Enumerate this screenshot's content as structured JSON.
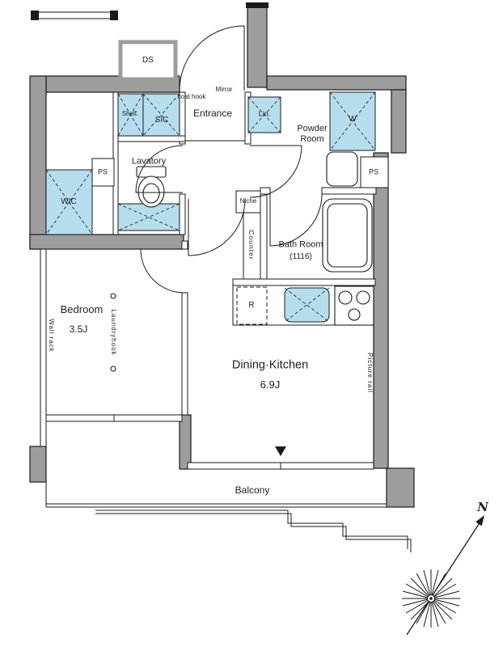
{
  "colors": {
    "wall_gray": "#9d9d9d",
    "fixture_blue": "#b5ddee",
    "line_dark": "#1a1a1a"
  },
  "labels": {
    "ds": "DS",
    "shelf": "Shelf.",
    "sic": "SIC",
    "entrance": "Entrance",
    "coat_hook": "coat hook",
    "mirror": "Mirror",
    "linen": "Lin.",
    "powder_room": "Powder Room",
    "washer": "W",
    "ps_upper": "PS",
    "ps_lower": "PS",
    "lavatory": "Lavatory",
    "wic": "WIC",
    "niche": "Niche",
    "counter": "Counter",
    "bath_room": "Bath Room",
    "bath_room_size": "(1116)",
    "bedroom": "Bedroom",
    "bedroom_size": "3.5J",
    "wall_rack": "Wall rack",
    "laundry_hook": "Laundryhook",
    "dining_kitchen": "Dining·Kitchen",
    "dining_kitchen_size": "6.9J",
    "picture_rail": "Picture rail",
    "refrigerator": "R",
    "balcony": "Balcony",
    "compass_north": "N"
  }
}
